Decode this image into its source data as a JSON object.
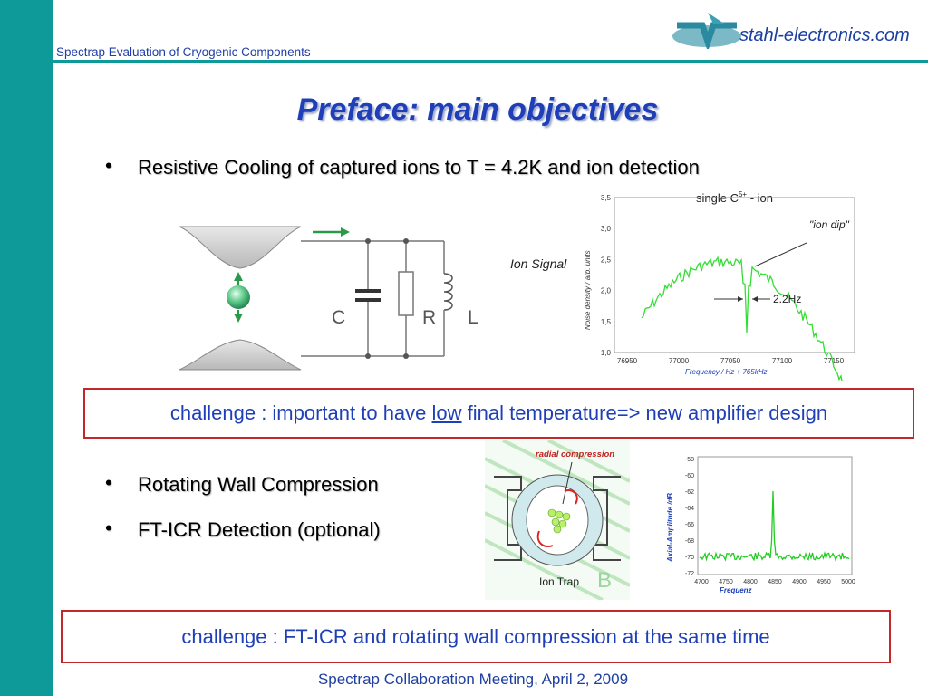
{
  "header": {
    "subtitle": "Spectrap Evaluation of Cryogenic Components",
    "logo_text": "stahl-electronics.com"
  },
  "title": "Preface: main objectives",
  "bullets": {
    "b1": "Resistive Cooling of captured ions to T = 4.2K and ion detection",
    "b2": "Rotating Wall Compression",
    "b3": "FT-ICR Detection (optional)"
  },
  "circuit": {
    "c_label": "C",
    "r_label": "R",
    "l_label": "L",
    "signal_label": "Ion Signal"
  },
  "chart1": {
    "title": "single C",
    "title_sup": "5+",
    "title_suffix": " - ion",
    "annotation_dip": "\"ion dip\"",
    "annotation_width": "2.2Hz",
    "xlabel": "Frequency / Hz + 765kHz",
    "ylabel": "Noise density / arb. units",
    "xticks": [
      "76950",
      "77000",
      "77050",
      "77100",
      "77150"
    ],
    "yticks": [
      "3,5",
      "3,0",
      "2,5",
      "2,0",
      "1,5",
      "1,0"
    ]
  },
  "challenge1": {
    "prefix": "challenge : important to have ",
    "emph": "low",
    "suffix": " final temperature=> new amplifier design"
  },
  "trap": {
    "label_radial": "radial compression",
    "label_trap": "Ion Trap",
    "label_b": "B"
  },
  "chart2": {
    "ylabel": "Axial-Amplitude /dB",
    "xlabel": "Frequenz",
    "xticks": [
      "4700",
      "4750",
      "4800",
      "4850",
      "4900",
      "4950",
      "5000"
    ],
    "yticks": [
      "-58",
      "-60",
      "-62",
      "-64",
      "-66",
      "-68",
      "-70",
      "-72"
    ]
  },
  "challenge2": {
    "text": "challenge : FT-ICR and rotating wall compression at the same time"
  },
  "footer": "Spectrap Collaboration Meeting, April 2, 2009",
  "colors": {
    "sidebar": "#0f9a9a",
    "title": "#1f3fb8",
    "box_border": "#c0282c",
    "trace": "#22cc22",
    "footer": "#1f3fa0"
  }
}
